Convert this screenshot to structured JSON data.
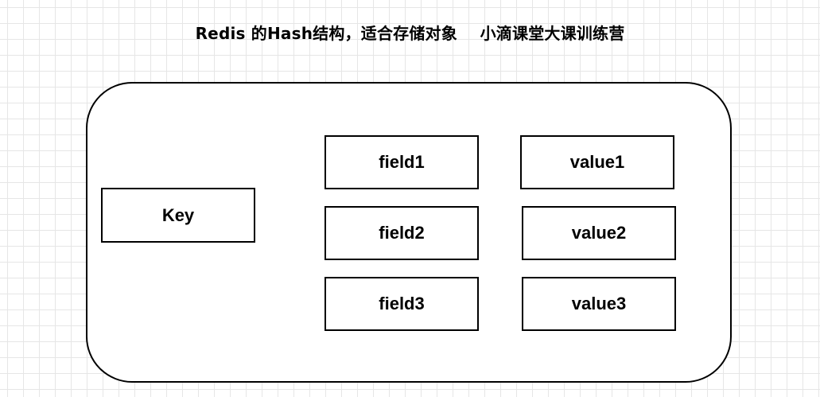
{
  "diagram": {
    "title": "Redis 的Hash结构，适合存储对象    小滴课堂大课训练营",
    "key": {
      "label": "Key"
    },
    "fields": [
      {
        "label": "field1"
      },
      {
        "label": "field2"
      },
      {
        "label": "field3"
      }
    ],
    "values": [
      {
        "label": "value1"
      },
      {
        "label": "value2"
      },
      {
        "label": "value3"
      }
    ]
  }
}
